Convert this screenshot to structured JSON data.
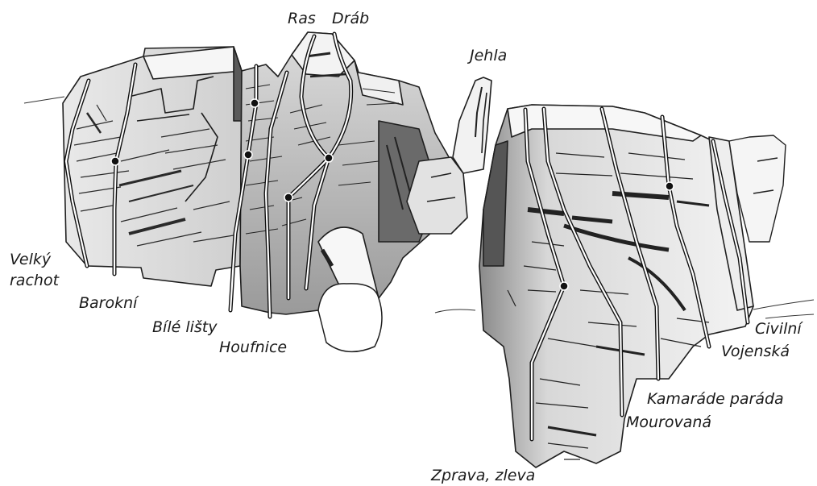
{
  "labels": {
    "ras": "Ras",
    "drab": "Dráb",
    "jehla": "Jehla",
    "velky_rachot_1": "Velký",
    "velky_rachot_2": "rachot",
    "barokni": "Barokní",
    "bile_listy": "Bílé lišty",
    "houfnice": "Houfnice",
    "civilni": "Civilní",
    "vojenska": "Vojenská",
    "kamarade_parada": "Kamaráde paráda",
    "mourovana": "Mourovaná",
    "zprava_zleva": "Zprava, zleva"
  },
  "colors": {
    "rock_light": "#f2f2f2",
    "rock_mid": "#bdbdbd",
    "rock_dark": "#3a3a3a",
    "route_line": "#ffffff",
    "route_outline": "#111111",
    "label": "#1a1a1a"
  }
}
